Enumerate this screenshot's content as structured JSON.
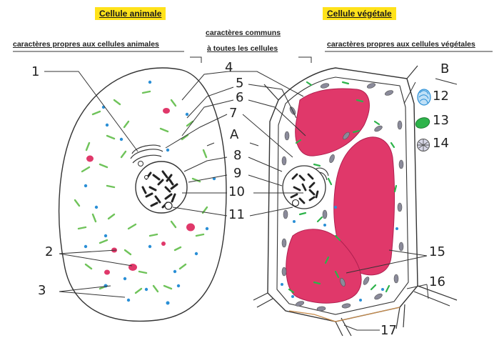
{
  "headers": {
    "animal_title": "Cellule animale",
    "plant_title": "Cellule végétale",
    "animal_sub": "caractères propres aux cellules animales",
    "common_sub_1": "caractères communs",
    "common_sub_2": "à toutes les cellules",
    "plant_sub": "caractères propres aux cellules végétales"
  },
  "labels": {
    "n1": "1",
    "n2": "2",
    "n3": "3",
    "n4": "4",
    "n5": "5",
    "n6": "6",
    "n7": "7",
    "n8": "8",
    "n9": "9",
    "n10": "10",
    "n11": "11",
    "n12": "12",
    "n13": "13",
    "n14": "14",
    "n15": "15",
    "n16": "16",
    "n17": "17",
    "A": "A",
    "B": "B"
  },
  "colors": {
    "title_bg": "#ffe21a",
    "vacuole": "#e0386a",
    "chloroplast": "#2db34a",
    "mitochondria_green": "#6fc35a",
    "blue_dot": "#2a8fd6",
    "plastid_grey": "#8a8a9a",
    "nucleus_dark": "#222222"
  }
}
